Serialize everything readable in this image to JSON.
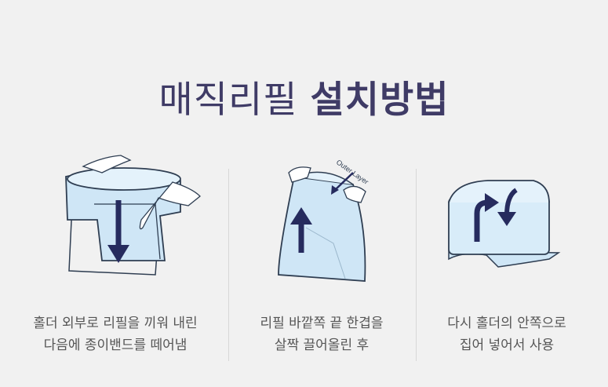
{
  "title": {
    "light": "매직리필",
    "bold": "설치방법"
  },
  "steps": [
    {
      "line1": "홀더 외부로 리필을 끼워 내린",
      "line2": "다음에 종이밴드를 떼어냄"
    },
    {
      "line1": "리필 바깥쪽 끝 한겹을",
      "line2": "살짝 끌어올린 후",
      "illustration_label": "Outer Layer"
    },
    {
      "line1": "다시 홀더의 안쪽으로",
      "line2": "집어 넣어서 사용"
    }
  ],
  "colors": {
    "background": "#f1f1f1",
    "title": "#3f3b66",
    "arrow": "#262b5e",
    "refill_fill": "#cfe6f6",
    "outline": "#2f3e52"
  }
}
